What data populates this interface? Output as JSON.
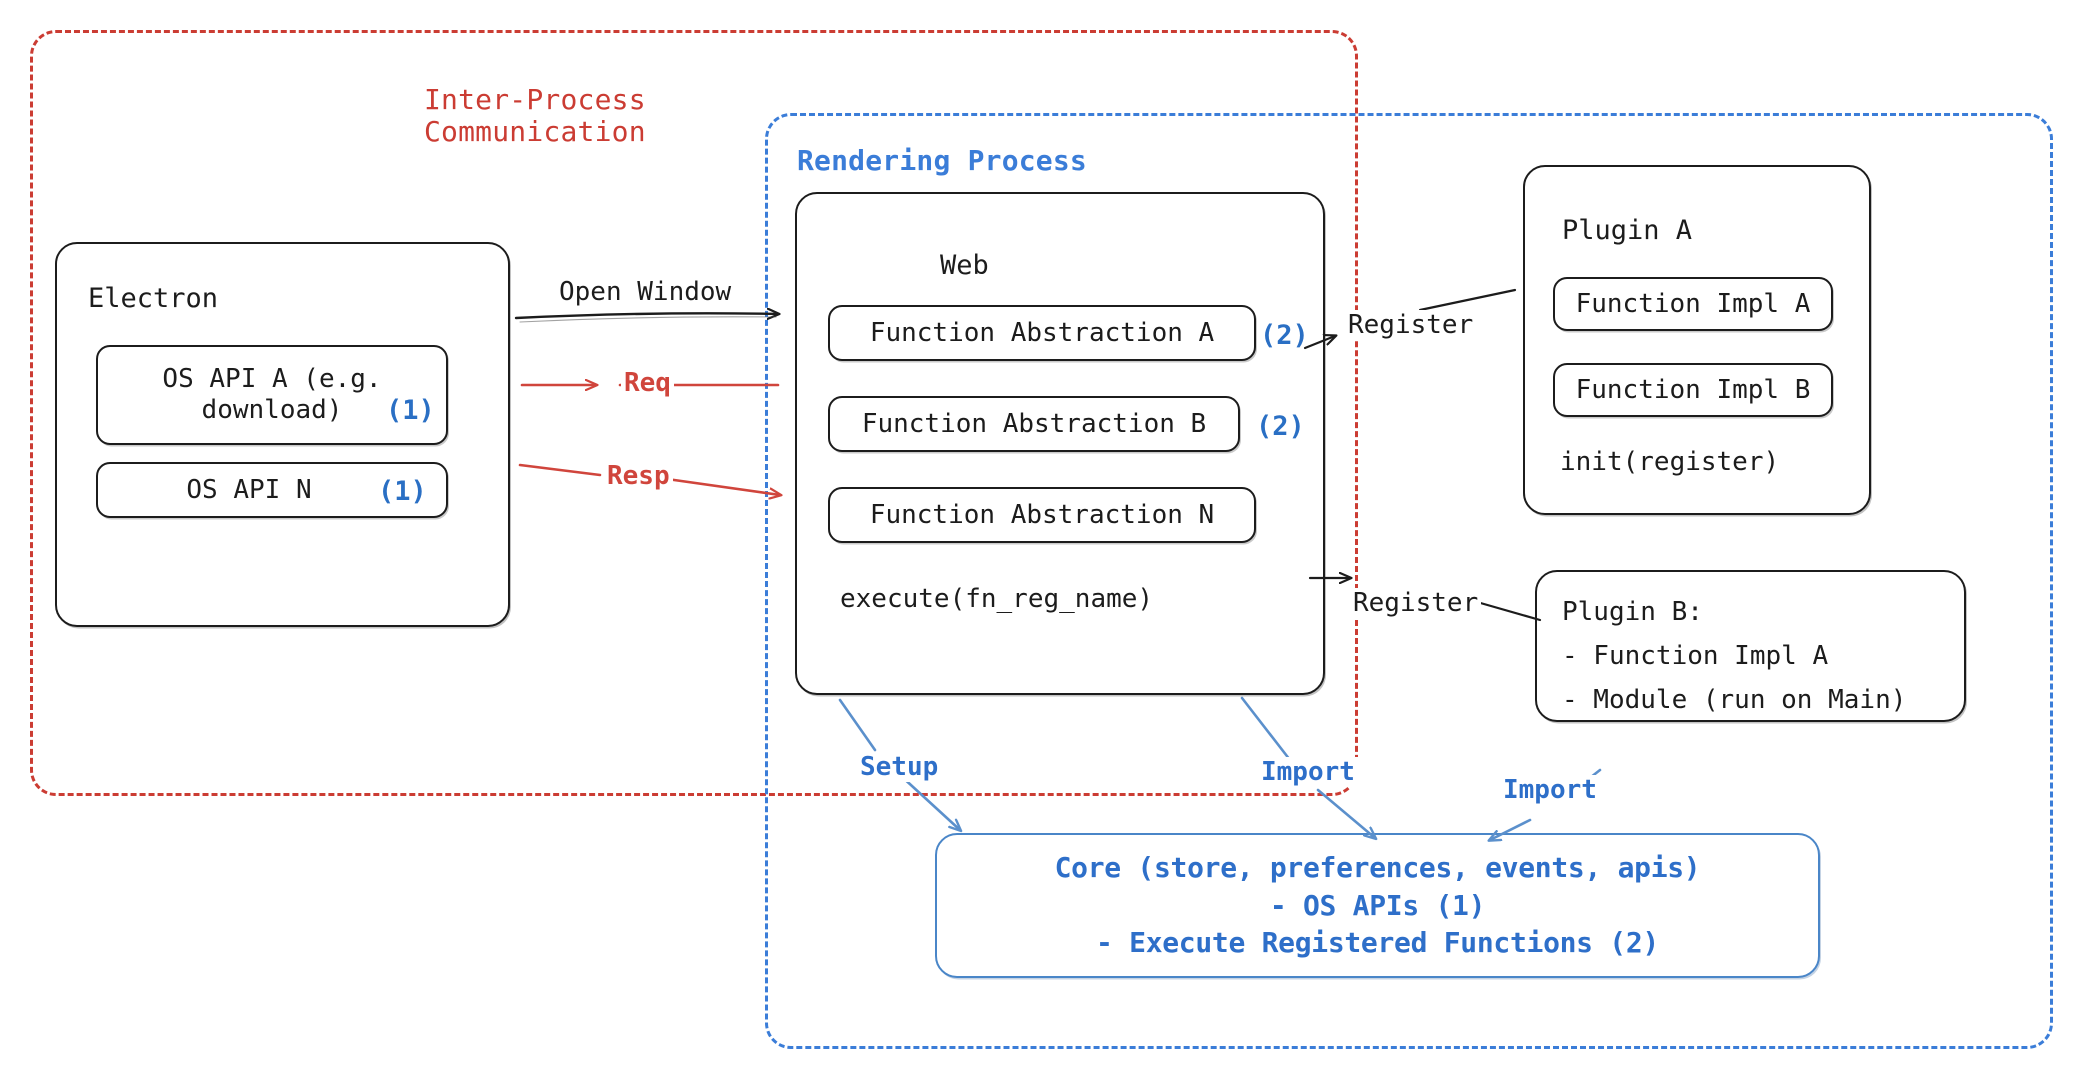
{
  "groups": {
    "ipc": {
      "label": "Inter-Process\nCommunication",
      "color": "#cb3c33"
    },
    "rendering": {
      "label": "Rendering Process",
      "color": "#3b7dd8"
    }
  },
  "electron": {
    "title": "Electron",
    "items": [
      {
        "text": "OS API A (e.g.\ndownload)",
        "marker": "(1)"
      },
      {
        "text": "OS API N",
        "marker": "(1)"
      }
    ]
  },
  "web": {
    "title": "Web",
    "abstractions": [
      {
        "text": "Function Abstraction A",
        "marker": "(2)"
      },
      {
        "text": "Function Abstraction B",
        "marker": "(2)"
      },
      {
        "text": "Function Abstraction N",
        "marker": ""
      }
    ],
    "execute": "execute(fn_reg_name)"
  },
  "plugin_a": {
    "title": "Plugin A",
    "items": [
      "Function Impl A",
      "Function Impl B"
    ],
    "footer": "init(register)"
  },
  "plugin_b": {
    "lines": [
      "Plugin B:",
      "- Function Impl A",
      "- Module (run on Main)"
    ]
  },
  "core": {
    "lines": [
      "Core (store, preferences, events, apis)",
      "- OS APIs (1)",
      "- Execute Registered Functions (2)"
    ]
  },
  "edges": {
    "open_window": "Open Window",
    "req": "Req",
    "resp": "Resp",
    "register_a": "Register",
    "register_b": "Register",
    "setup": "Setup",
    "import_web": "Import",
    "import_plugin": "Import"
  },
  "colors": {
    "ipc_red": "#cb3c33",
    "render_blue": "#3b7dd8",
    "marker_blue": "#2a6fc4",
    "core_blue": "#2e6fc9",
    "ink": "#1c1c1c",
    "arrow_red": "#d0453c",
    "arrow_blue": "#5b90cc"
  }
}
